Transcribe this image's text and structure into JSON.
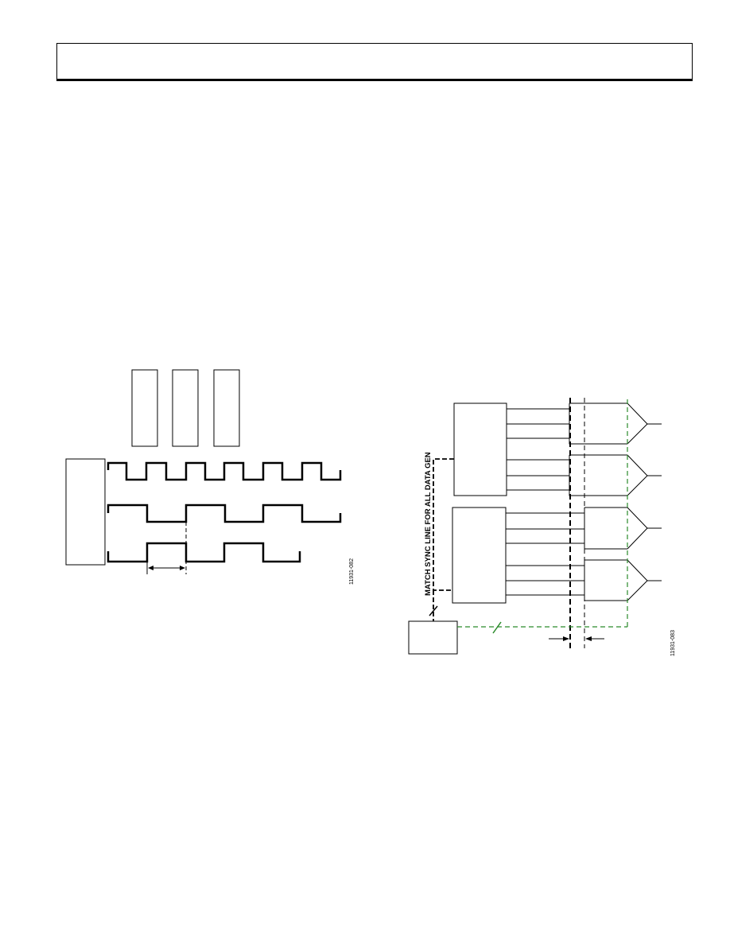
{
  "header": {},
  "figure_left": {
    "figure_id": "11931-082"
  },
  "figure_right": {
    "sync_label": "MATCH SYNC LINE FOR ALL DATA GEN",
    "figure_id": "11931-083",
    "colors": {
      "trace": "#000000",
      "green_path": "#2a8a2a"
    }
  }
}
